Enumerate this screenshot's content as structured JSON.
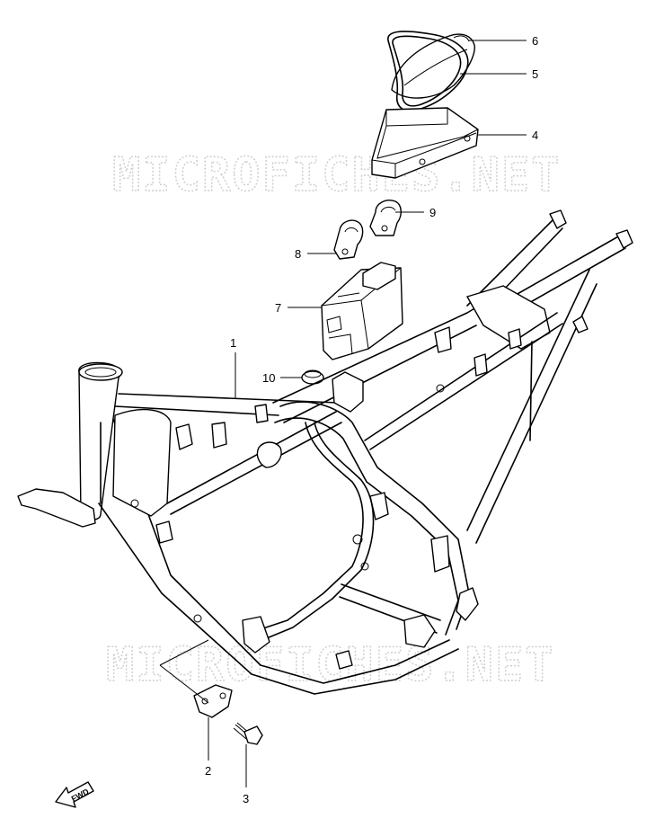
{
  "watermark": "MICROFICHES.NET",
  "direction_arrow": "FWD",
  "callouts": [
    "1",
    "2",
    "3",
    "4",
    "5",
    "6",
    "7",
    "8",
    "9",
    "10"
  ]
}
